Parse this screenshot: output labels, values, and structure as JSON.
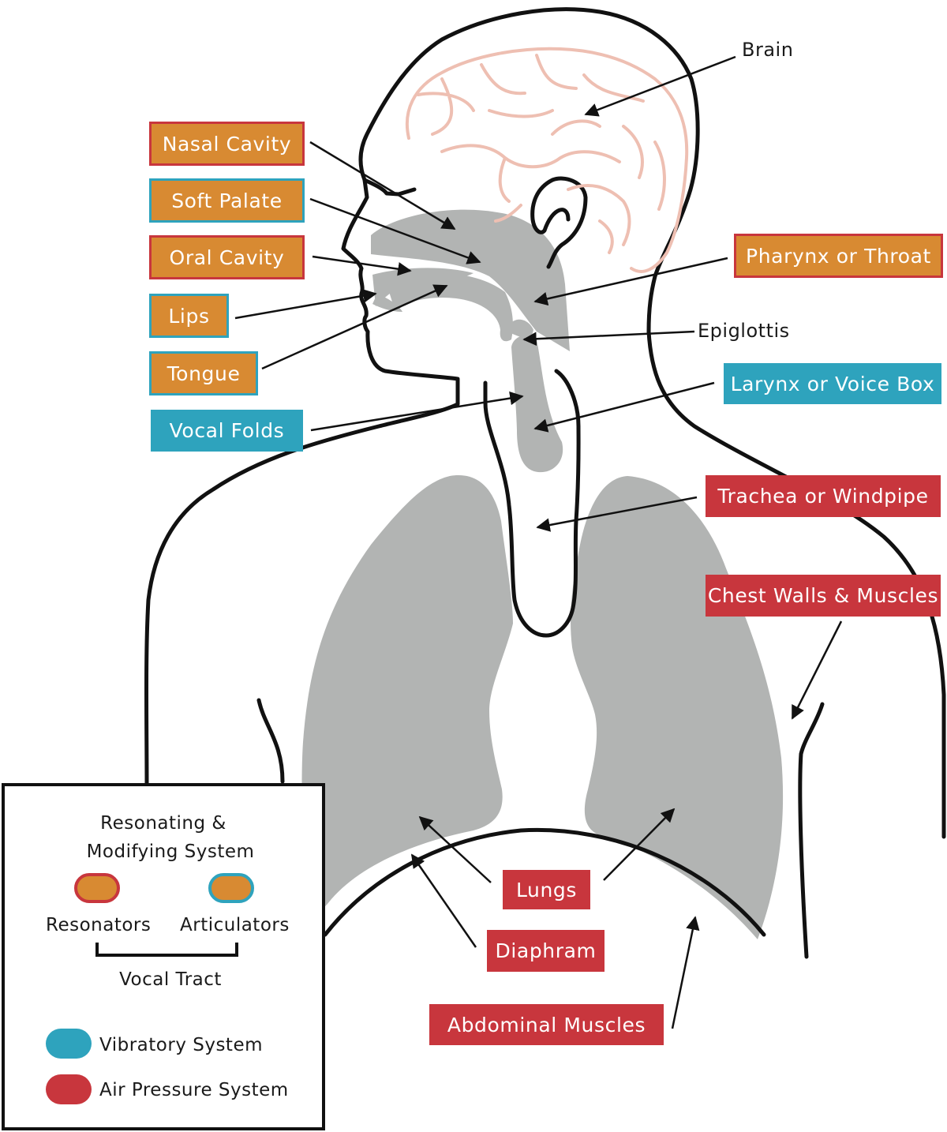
{
  "colors": {
    "resonator_fill": "#d88a32",
    "resonator_border": "#c8363d",
    "articulator_border": "#2ea3bd",
    "vibratory": "#2ea3bd",
    "air_pressure": "#c8363d",
    "organ_gray": "#b2b4b3",
    "brain_pink": "#eebfb2"
  },
  "labels": {
    "brain": "Brain",
    "nasal_cavity": "Nasal Cavity",
    "soft_palate": "Soft Palate",
    "oral_cavity": "Oral Cavity",
    "lips": "Lips",
    "tongue": "Tongue",
    "vocal_folds": "Vocal Folds",
    "pharynx": "Pharynx or Throat",
    "epiglottis": "Epiglottis",
    "larynx": "Larynx or Voice Box",
    "trachea": "Trachea or Windpipe",
    "chest_walls": "Chest Walls & Muscles",
    "lungs": "Lungs",
    "diaphram": "Diaphram",
    "abdominal_muscles": "Abdominal Muscles"
  },
  "legend": {
    "title_line1": "Resonating &",
    "title_line2": "Modifying System",
    "resonators": "Resonators",
    "articulators": "Articulators",
    "vocal_tract": "Vocal Tract",
    "vibratory_system": "Vibratory System",
    "air_pressure_system": "Air Pressure System"
  }
}
